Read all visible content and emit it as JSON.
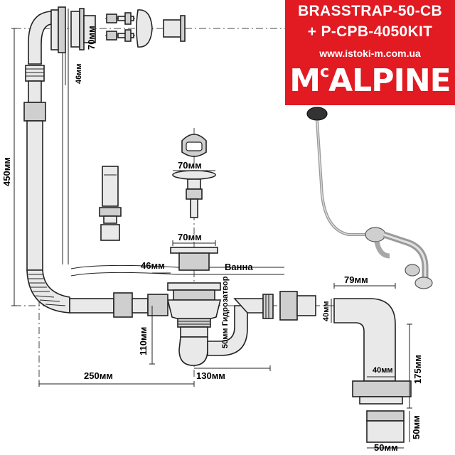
{
  "brand": {
    "title": "BRASSTRAP-50-CB",
    "subtitle": "+ P-CPB-4050KIT",
    "url": "www.istoki-m.com.ua",
    "logo": "McALPINE",
    "panel_color": "#e21a22"
  },
  "dimensions": {
    "overflow_plate_width": "70мм",
    "wall_depth": "46мм",
    "overflow_height": "450мм",
    "plug_width": "70мм",
    "waste_flange_width": "70мм",
    "waste_depth": "46мм",
    "bath_label": "Ванна",
    "waste_height": "110мм",
    "horizontal_length": "250мм",
    "trap_offset": "130мм",
    "seal_label": "50мм Гидрозатвор",
    "elbow_width": "79мм",
    "elbow_top": "40мм",
    "elbow_inner": "40мм",
    "elbow_height": "175мм",
    "outlet_height": "50мм",
    "outlet_width": "50мм"
  }
}
